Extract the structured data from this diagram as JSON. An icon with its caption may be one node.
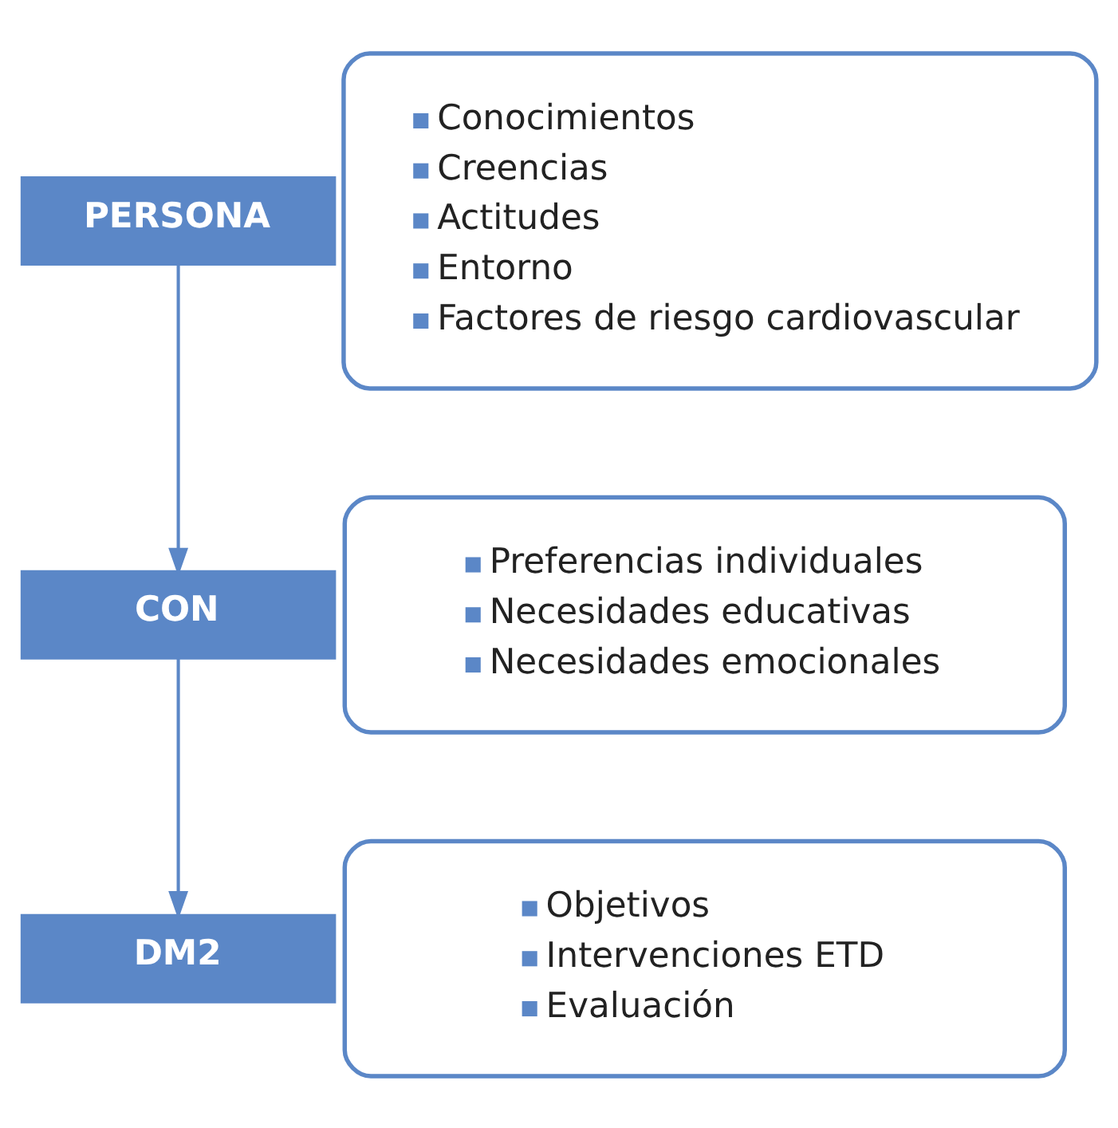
{
  "diagram": {
    "nodes": [
      {
        "text": [
          "PERSONA"
        ]
      },
      {
        "text": [
          "Conocimientos",
          "Creencias",
          "Actitudes",
          "Entorno",
          "Factores de riesgo cardiovascular"
        ]
      },
      {
        "text": [
          "CON"
        ]
      },
      {
        "text": [
          "Preferencias individuales",
          "Necesidades educativas",
          "Necesidades emocionales"
        ]
      },
      {
        "text": [
          "DM2"
        ]
      },
      {
        "text": [
          "Objetivos",
          "Intervenciones ETD",
          "Evaluación"
        ]
      }
    ],
    "edges": [
      {
        "from": 0,
        "to": 2,
        "arrow": "to"
      },
      {
        "from": 2,
        "to": 4,
        "arrow": "to"
      }
    ]
  }
}
